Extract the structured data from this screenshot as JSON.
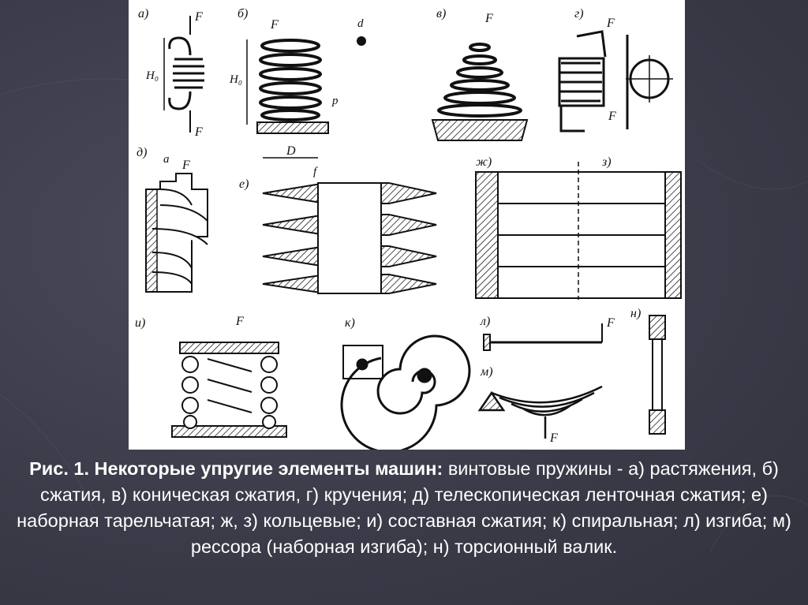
{
  "caption": {
    "bold": "Рис. 1. Некоторые упругие элементы машин:",
    "text": "винтовые пружины - а) растяжения, б) сжатия, в) коническая сжатия, г) кручения; д) телескопическая ленточная сжатия; е) наборная тарельчатая; ж, з) кольцевые; и) составная сжатия; к) спиральная; л) изгиба; м) рессора (наборная изгиба); н) торсионный валик."
  },
  "figure_labels": {
    "a": "а)",
    "b": "б)",
    "v": "в)",
    "g": "г)",
    "d": "д)",
    "e": "е)",
    "zh": "ж)",
    "z": "з)",
    "i": "и)",
    "k": "к)",
    "l": "л)",
    "m": "м)",
    "n": "н)"
  },
  "symbols": {
    "force": "F",
    "height": "H₀",
    "diameter": "D",
    "pitch": "p",
    "wire": "d",
    "gap": "a",
    "deflection": "f"
  },
  "colors": {
    "background": "#3a3a48",
    "figure": "#ffffff",
    "ink": "#111111",
    "caption_text": "#ffffff"
  }
}
